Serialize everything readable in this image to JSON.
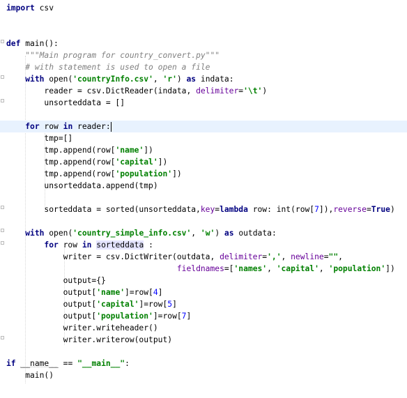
{
  "editor": {
    "current_line_color": "#e8f2fe",
    "lines": [
      {
        "tokens": [
          {
            "t": "kw",
            "v": "import"
          },
          {
            "t": "plain",
            "v": " csv"
          }
        ]
      },
      {
        "tokens": []
      },
      {
        "tokens": []
      },
      {
        "tokens": [
          {
            "t": "kw",
            "v": "def"
          },
          {
            "t": "plain",
            "v": " main():"
          }
        ]
      },
      {
        "tokens": [
          {
            "t": "plain",
            "v": "    "
          },
          {
            "t": "doc",
            "v": "\"\"\"Main program for country_convert.py\"\"\""
          }
        ]
      },
      {
        "tokens": [
          {
            "t": "plain",
            "v": "    "
          },
          {
            "t": "cmt",
            "v": "# with statement is used to open a file"
          }
        ]
      },
      {
        "tokens": [
          {
            "t": "plain",
            "v": "    "
          },
          {
            "t": "kw",
            "v": "with"
          },
          {
            "t": "plain",
            "v": " open("
          },
          {
            "t": "str",
            "v": "'countryInfo.csv'"
          },
          {
            "t": "plain",
            "v": ", "
          },
          {
            "t": "str",
            "v": "'r'"
          },
          {
            "t": "plain",
            "v": ") "
          },
          {
            "t": "kw",
            "v": "as"
          },
          {
            "t": "plain",
            "v": " indata:"
          }
        ]
      },
      {
        "tokens": [
          {
            "t": "plain",
            "v": "        reader = csv.DictReader(indata, "
          },
          {
            "t": "kwarg",
            "v": "delimiter"
          },
          {
            "t": "plain",
            "v": "="
          },
          {
            "t": "str",
            "v": "'\\t'"
          },
          {
            "t": "plain",
            "v": ")"
          }
        ]
      },
      {
        "tokens": [
          {
            "t": "plain",
            "v": "        unsorteddata = []"
          }
        ]
      },
      {
        "tokens": []
      },
      {
        "current": true,
        "tokens": [
          {
            "t": "plain",
            "v": "    "
          },
          {
            "t": "kw",
            "v": "for"
          },
          {
            "t": "plain",
            "v": " row "
          },
          {
            "t": "kw",
            "v": "in"
          },
          {
            "t": "plain",
            "v": " reader:"
          },
          {
            "t": "caret",
            "v": ""
          }
        ]
      },
      {
        "tokens": [
          {
            "t": "plain",
            "v": "        tmp=[]"
          }
        ]
      },
      {
        "tokens": [
          {
            "t": "plain",
            "v": "        tmp.append(row["
          },
          {
            "t": "str",
            "v": "'name'"
          },
          {
            "t": "plain",
            "v": "])"
          }
        ]
      },
      {
        "tokens": [
          {
            "t": "plain",
            "v": "        tmp.append(row["
          },
          {
            "t": "str",
            "v": "'capital'"
          },
          {
            "t": "plain",
            "v": "])"
          }
        ]
      },
      {
        "tokens": [
          {
            "t": "plain",
            "v": "        tmp.append(row["
          },
          {
            "t": "str",
            "v": "'population'"
          },
          {
            "t": "plain",
            "v": "])"
          }
        ]
      },
      {
        "tokens": [
          {
            "t": "plain",
            "v": "        unsorteddata.append(tmp)"
          }
        ]
      },
      {
        "tokens": []
      },
      {
        "tokens": [
          {
            "t": "plain",
            "v": "        sorteddata = sorted(unsorteddata,"
          },
          {
            "t": "kwarg",
            "v": "key"
          },
          {
            "t": "plain",
            "v": "="
          },
          {
            "t": "kw",
            "v": "lambda"
          },
          {
            "t": "plain",
            "v": " row: int(row["
          },
          {
            "t": "num",
            "v": "7"
          },
          {
            "t": "plain",
            "v": "]),"
          },
          {
            "t": "kwarg",
            "v": "reverse"
          },
          {
            "t": "plain",
            "v": "="
          },
          {
            "t": "kw",
            "v": "True"
          },
          {
            "t": "plain",
            "v": ")"
          }
        ]
      },
      {
        "tokens": []
      },
      {
        "tokens": [
          {
            "t": "plain",
            "v": "    "
          },
          {
            "t": "kw",
            "v": "with"
          },
          {
            "t": "plain",
            "v": " open("
          },
          {
            "t": "str",
            "v": "'country_simple_info.csv'"
          },
          {
            "t": "plain",
            "v": ", "
          },
          {
            "t": "str",
            "v": "'w'"
          },
          {
            "t": "plain",
            "v": ") "
          },
          {
            "t": "kw",
            "v": "as"
          },
          {
            "t": "plain",
            "v": " outdata:"
          }
        ]
      },
      {
        "tokens": [
          {
            "t": "plain",
            "v": "        "
          },
          {
            "t": "kw",
            "v": "for"
          },
          {
            "t": "plain",
            "v": " row "
          },
          {
            "t": "kw",
            "v": "in"
          },
          {
            "t": "plain",
            "v": " "
          },
          {
            "t": "hl",
            "v": "sorteddata"
          },
          {
            "t": "plain",
            "v": " :"
          }
        ]
      },
      {
        "tokens": [
          {
            "t": "plain",
            "v": "            writer = csv.DictWriter(outdata, "
          },
          {
            "t": "kwarg",
            "v": "delimiter"
          },
          {
            "t": "plain",
            "v": "="
          },
          {
            "t": "str",
            "v": "','"
          },
          {
            "t": "plain",
            "v": ", "
          },
          {
            "t": "kwarg",
            "v": "newline"
          },
          {
            "t": "plain",
            "v": "="
          },
          {
            "t": "str",
            "v": "\"\""
          },
          {
            "t": "plain",
            "v": ","
          }
        ]
      },
      {
        "tokens": [
          {
            "t": "plain",
            "v": "                                    "
          },
          {
            "t": "kwarg",
            "v": "fieldnames"
          },
          {
            "t": "plain",
            "v": "=["
          },
          {
            "t": "str",
            "v": "'names'"
          },
          {
            "t": "plain",
            "v": ", "
          },
          {
            "t": "str",
            "v": "'capital'"
          },
          {
            "t": "plain",
            "v": ", "
          },
          {
            "t": "str",
            "v": "'population'"
          },
          {
            "t": "plain",
            "v": "])"
          }
        ]
      },
      {
        "tokens": [
          {
            "t": "plain",
            "v": "            output={}"
          }
        ]
      },
      {
        "tokens": [
          {
            "t": "plain",
            "v": "            output["
          },
          {
            "t": "str",
            "v": "'name'"
          },
          {
            "t": "plain",
            "v": "]=row["
          },
          {
            "t": "num",
            "v": "4"
          },
          {
            "t": "plain",
            "v": "]"
          }
        ]
      },
      {
        "tokens": [
          {
            "t": "plain",
            "v": "            output["
          },
          {
            "t": "str",
            "v": "'capital'"
          },
          {
            "t": "plain",
            "v": "]=row["
          },
          {
            "t": "num",
            "v": "5"
          },
          {
            "t": "plain",
            "v": "]"
          }
        ]
      },
      {
        "tokens": [
          {
            "t": "plain",
            "v": "            output["
          },
          {
            "t": "str",
            "v": "'population'"
          },
          {
            "t": "plain",
            "v": "]=row["
          },
          {
            "t": "num",
            "v": "7"
          },
          {
            "t": "plain",
            "v": "]"
          }
        ]
      },
      {
        "tokens": [
          {
            "t": "plain",
            "v": "            writer.writeheader()"
          }
        ]
      },
      {
        "tokens": [
          {
            "t": "plain",
            "v": "            writer.writerow(output)"
          }
        ]
      },
      {
        "tokens": []
      },
      {
        "tokens": [
          {
            "t": "kw",
            "v": "if"
          },
          {
            "t": "plain",
            "v": " "
          },
          {
            "t": "sq",
            "v": "__name__"
          },
          {
            "t": "plain",
            "v": " == "
          },
          {
            "t": "str",
            "v": "\"__main__\""
          },
          {
            "t": "plain",
            "v": ":"
          }
        ]
      },
      {
        "tokens": [
          {
            "t": "plain",
            "v": "    main()"
          }
        ]
      }
    ]
  }
}
